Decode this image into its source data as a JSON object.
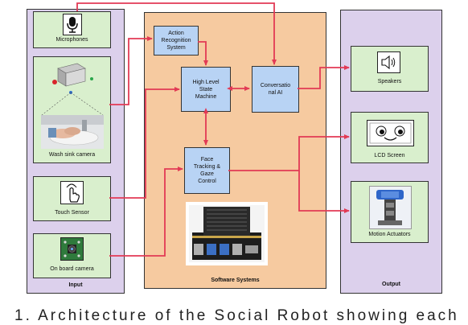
{
  "panels": {
    "input": "Input",
    "software": "Software Systems",
    "output": "Output"
  },
  "inputs": {
    "microphones": "Microphones",
    "wash_sink_camera": "Wash sink camera",
    "touch_sensor": "Touch Sensor",
    "onboard_camera": "On board camera"
  },
  "modules": {
    "action_recognition": [
      "Action",
      "Recognition",
      "System"
    ],
    "state_machine": [
      "High Level",
      "State",
      "Machine"
    ],
    "conversational_ai": [
      "Conversatio",
      "nal AI"
    ],
    "face_tracking": [
      "Face",
      "Tracking &",
      "Gaze",
      "Control"
    ]
  },
  "outputs": {
    "speakers": "Speakers",
    "lcd_screen": "LCD Screen",
    "motion_actuators": "Motion Actuators"
  },
  "caption": "1. Architecture of the Social Robot showing each",
  "colors": {
    "arrow": "#e23a55",
    "io_panel": "#dcd0ec",
    "software_panel": "#f6caa0",
    "device_box": "#d9efcd",
    "module_box": "#b8d3f4"
  },
  "icons": [
    "microphone-icon",
    "wash-sink-camera-image",
    "touch-hand-icon",
    "camera-module-image",
    "jetson-board-image",
    "speaker-icon",
    "lcd-face-icon",
    "motion-actuator-image"
  ]
}
